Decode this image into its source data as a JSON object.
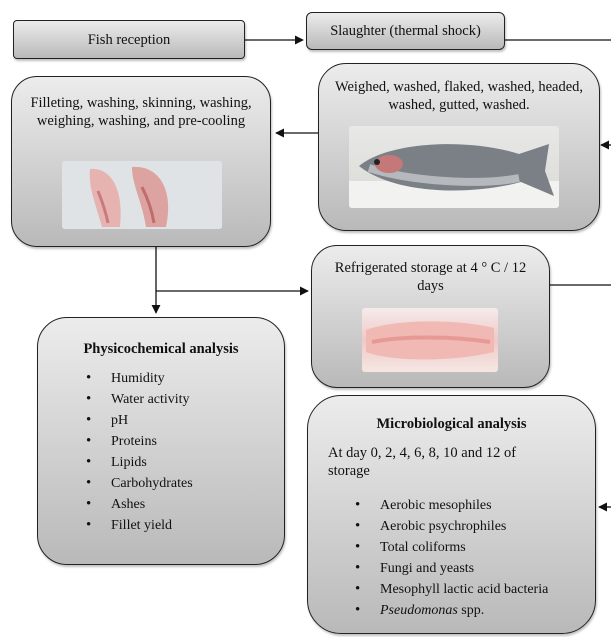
{
  "boxes": {
    "reception": "Fish reception",
    "slaughter": "Slaughter (thermal shock)",
    "weighed": "Weighed, washed, flaked, washed, headed, washed, gutted, washed.",
    "filleting": "Filleting, washing, skinning, washing, weighing, washing, and pre-cooling",
    "refrigerated": "Refrigerated storage at 4 ° C / 12 days"
  },
  "physicochemical": {
    "title": "Physicochemical analysis",
    "items": [
      "Humidity",
      "Water activity",
      "pH",
      "Proteins",
      "Lipids",
      "Carbohydrates",
      "Ashes",
      "Fillet yield"
    ]
  },
  "microbiological": {
    "title": "Microbiological analysis",
    "intro": "At day 0, 2, 4, 6, 8, 10 and 12 of storage",
    "items": [
      "Aerobic mesophiles",
      "Aerobic psychrophiles",
      "Total coliforms",
      "Fungi and yeasts",
      "Mesophyll lactic acid bacteria"
    ],
    "last_item_italic": "Pseudomonas",
    "last_item_rest": " spp."
  }
}
